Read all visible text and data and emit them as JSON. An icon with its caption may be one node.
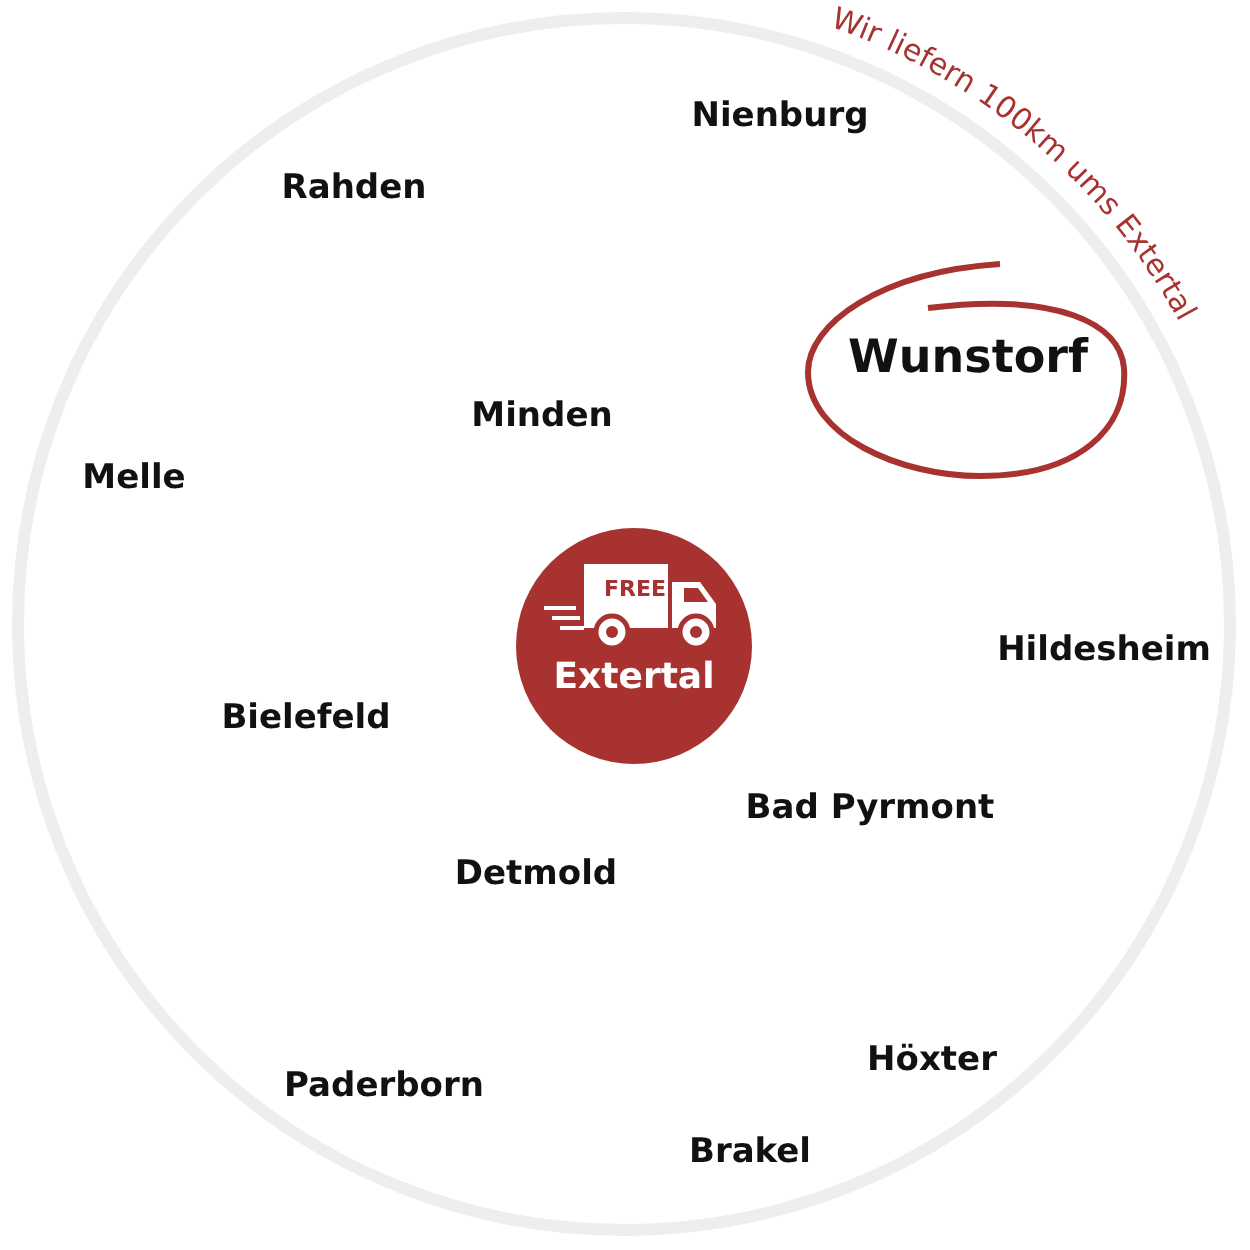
{
  "diagram": {
    "nodes": [
      {
        "text": [
          "FREE",
          "Extertal"
        ]
      },
      {
        "text": [
          "Wunstorf"
        ]
      }
    ],
    "labels": [
      "Wir liefern 100km ums Extertal",
      "Nienburg",
      "Rahden",
      "Minden",
      "Melle",
      "Hildesheim",
      "Bielefeld",
      "Bad Pyrmont",
      "Detmold",
      "Höxter",
      "Paderborn",
      "Brakel"
    ]
  }
}
